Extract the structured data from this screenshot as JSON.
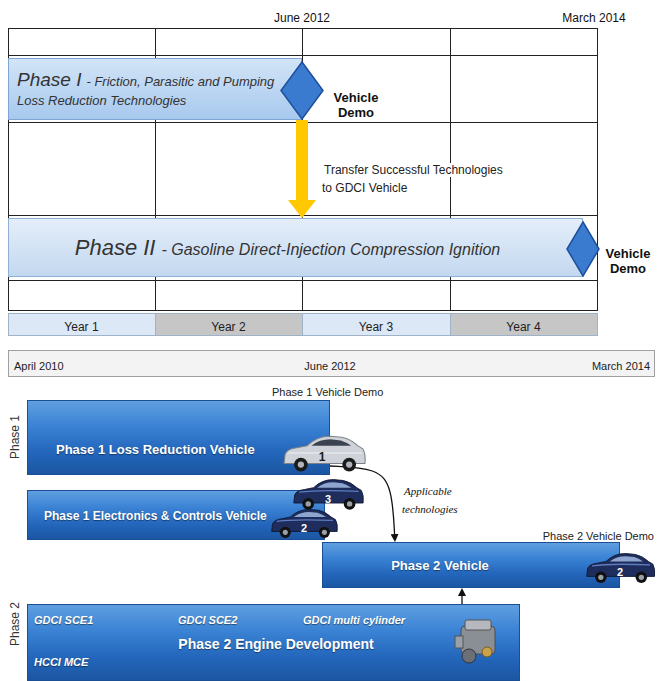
{
  "diagram": {
    "nodes": [
      {
        "text": [
          "Phase I",
          "- Friction, Parasitic and Pumping Loss Reduction Technologies"
        ]
      },
      {
        "text": [
          "Vehicle Demo"
        ]
      },
      {
        "text": [
          "Phase II",
          "- Gasoline Direct-Injection Compression Ignition"
        ]
      },
      {
        "text": [
          "Vehicle Demo"
        ]
      },
      {
        "text": [
          "Phase 1 Loss Reduction Vehicle"
        ]
      },
      {
        "text": [
          "Phase 1 Electronics & Controls Vehicle"
        ]
      },
      {
        "text": [
          "Phase 2 Vehicle"
        ]
      },
      {
        "text": [
          "Phase 2 Engine Development",
          "GDCI SCE1",
          "GDCI SCE2",
          "GDCI multi cylinder",
          "HCCI MCE"
        ]
      }
    ],
    "edges": [
      {
        "from": 1,
        "to": 2,
        "arrow": "to",
        "label": "Transfer Successful Technologies to GDCI Vehicle"
      },
      {
        "from": 4,
        "to": 6,
        "arrow": "to",
        "label": "Applicable technologies"
      },
      {
        "from": 7,
        "to": 6,
        "arrow": "to"
      }
    ],
    "labels": [
      "June 2012",
      "March 2014",
      "Year 1",
      "Year 2",
      "Year 3",
      "Year 4",
      "April 2010",
      "June 2012",
      "March 2014",
      "Phase 1 Vehicle Demo",
      "Phase 1",
      "1",
      "3",
      "2",
      "Phase 2 Vehicle Demo",
      "2",
      "Phase 2"
    ]
  }
}
